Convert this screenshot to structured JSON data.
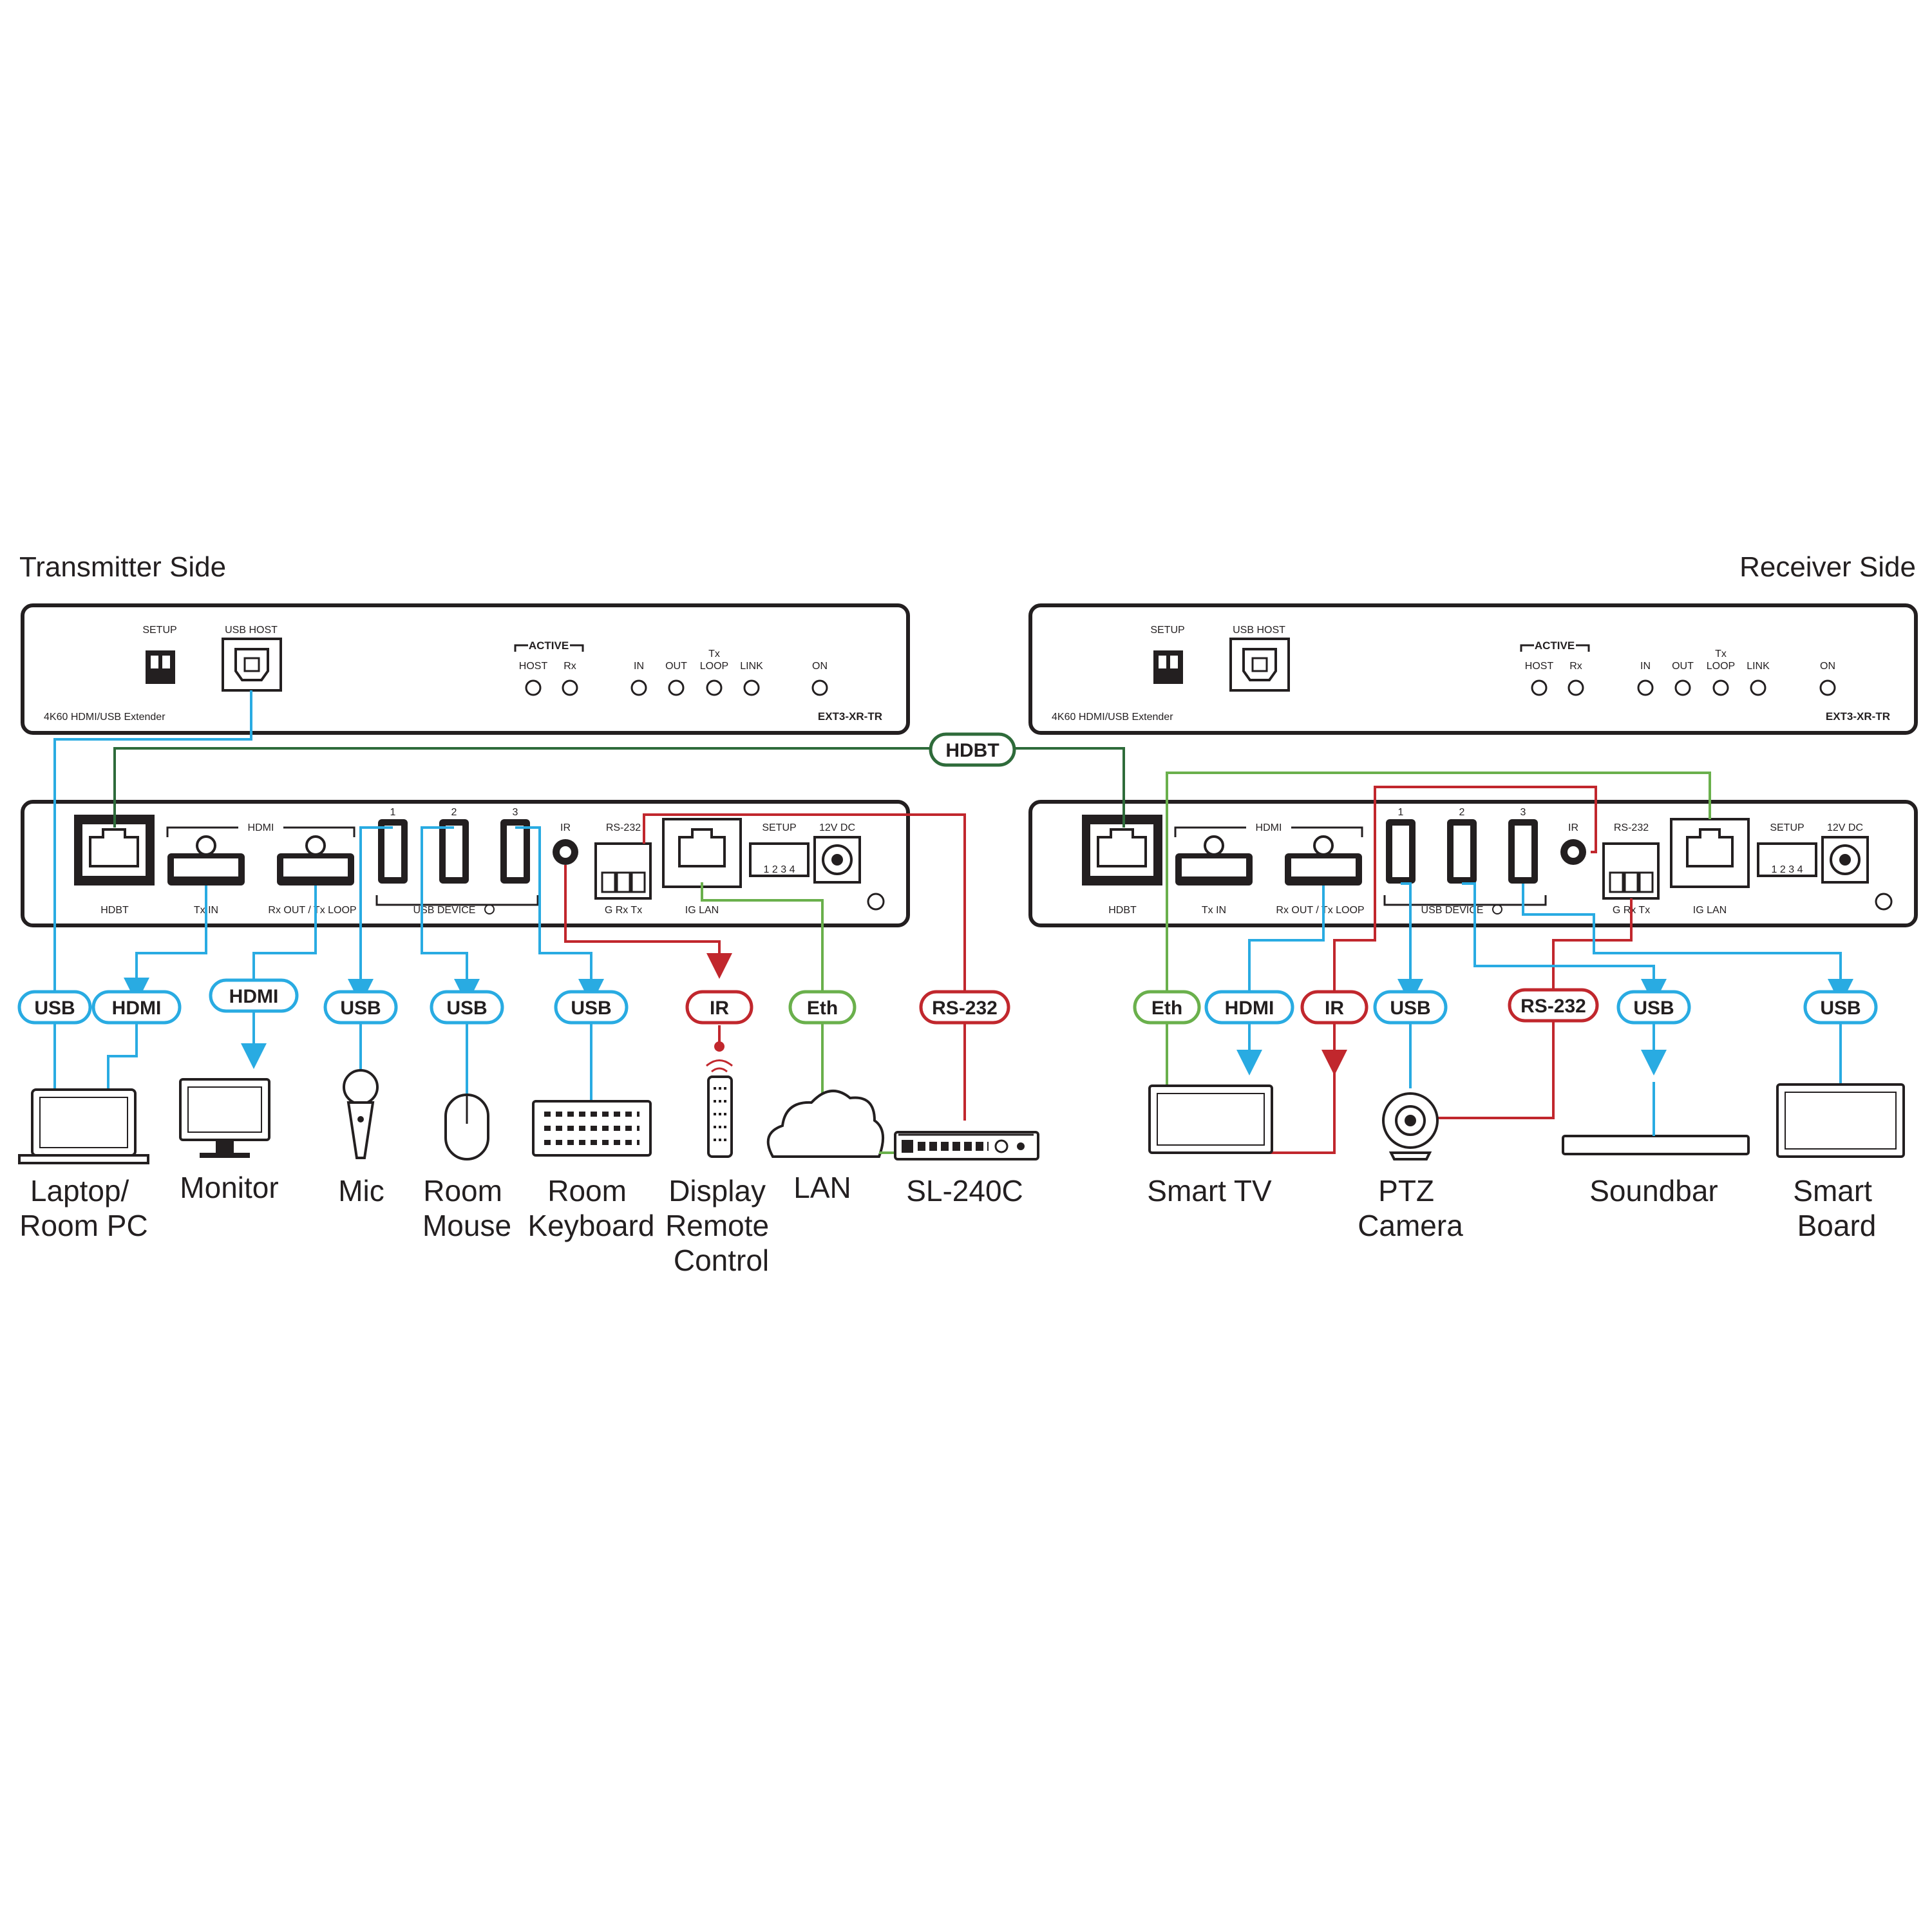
{
  "titles": {
    "transmitter": "Transmitter Side",
    "receiver": "Receiver Side"
  },
  "front_panel": {
    "setup": "SETUP",
    "usb_host": "USB HOST",
    "active": "ACTIVE",
    "host": "HOST",
    "rx": "Rx",
    "in": "IN",
    "out": "OUT",
    "tx": "Tx",
    "loop": "LOOP",
    "link": "LINK",
    "on": "ON",
    "product": "4K60 HDMI/USB Extender",
    "model": "EXT3-XR-TR"
  },
  "rear_panel": {
    "hdbt": "HDBT",
    "hdmi": "HDMI",
    "tx_in": "Tx IN",
    "rx_out_tx_loop": "Rx OUT / Tx LOOP",
    "usb1": "1",
    "usb2": "2",
    "usb3": "3",
    "usb_device": "USB DEVICE",
    "ir": "IR",
    "rs232": "RS-232",
    "g_rx_tx": "G Rx Tx",
    "ig_lan": "IG LAN",
    "setup": "SETUP",
    "dc": "12V DC",
    "dip_numbers": "1 2 3 4"
  },
  "link_label": "HDBT",
  "tx_pills": [
    "USB",
    "HDMI",
    "HDMI",
    "USB",
    "USB",
    "USB",
    "IR",
    "Eth",
    "RS-232"
  ],
  "rx_pills": [
    "Eth",
    "HDMI",
    "IR",
    "USB",
    "RS-232",
    "USB",
    "USB"
  ],
  "tx_devices": [
    {
      "line1": "Laptop/",
      "line2": "Room PC"
    },
    {
      "line1": "Monitor",
      "line2": ""
    },
    {
      "line1": "Mic",
      "line2": ""
    },
    {
      "line1": "Room",
      "line2": "Mouse"
    },
    {
      "line1": "Room",
      "line2": "Keyboard"
    },
    {
      "line1": "Display",
      "line2": "Remote",
      "line3": "Control"
    },
    {
      "line1": "LAN",
      "line2": ""
    },
    {
      "line1": "SL-240C",
      "line2": ""
    }
  ],
  "rx_devices": [
    {
      "line1": "Smart TV",
      "line2": ""
    },
    {
      "line1": "PTZ",
      "line2": "Camera"
    },
    {
      "line1": "Soundbar",
      "line2": ""
    },
    {
      "line1": "Smart",
      "line2": "Board"
    }
  ],
  "colors": {
    "usb_hdmi": "#29abe2",
    "ir_rs232": "#c1272d",
    "ethernet": "#6ab04c",
    "hdbt": "#2e6b3a",
    "outline": "#231f20"
  }
}
